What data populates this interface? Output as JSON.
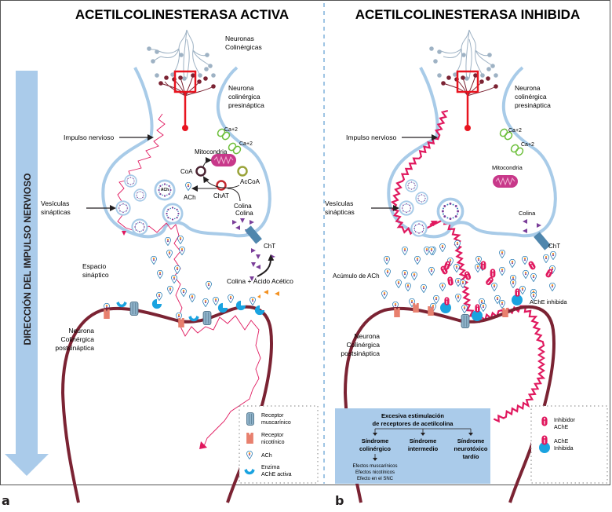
{
  "panels": [
    {
      "letter": "a",
      "title": "ACETILCOLINESTERASA ACTIVA",
      "labels": {
        "neuronas_colinergicas": [
          "Neuronas",
          "Colinérgicas"
        ],
        "neurona_presinaptica": [
          "Neurona",
          "colinérgica",
          "presináptica"
        ],
        "impulso": "Impulso nervioso",
        "vesiculas": [
          "Vesículas",
          "sinápticas"
        ],
        "ca1": "Ca+2",
        "ca2": "Ca+2",
        "mitocondria": "Mitocondria",
        "coa": "CoA",
        "accoa": "AcCoA",
        "chat": "ChAT",
        "ach_vesicle": "ACh",
        "ach": "ACh",
        "colina1": "Colina",
        "colina2": "Colina",
        "cht": "ChT",
        "espacio": [
          "Espacio",
          "sináptico"
        ],
        "colina_acido": "Colina + Ácido Acético",
        "neurona_post": [
          "Neurona",
          "Colinérgica",
          "postsináptica"
        ]
      },
      "legend": [
        {
          "icon": "muscarinic-receptor-icon",
          "label": [
            "Receptor",
            "muscarínico"
          ]
        },
        {
          "icon": "nicotinic-receptor-icon",
          "label": [
            "Receptor",
            "nicotínico"
          ]
        },
        {
          "icon": "ach-icon",
          "label": [
            "ACh"
          ]
        },
        {
          "icon": "ache-active-icon",
          "label": [
            "Enzima",
            "AChE activa"
          ]
        }
      ]
    },
    {
      "letter": "b",
      "title": "ACETILCOLINESTERASA INHIBIDA",
      "labels": {
        "neurona_presinaptica": [
          "Neurona",
          "colinérgica",
          "presináptica"
        ],
        "impulso": "Impulso nervioso",
        "vesiculas": [
          "Vesículas",
          "sinápticas"
        ],
        "ca1": "Ca+2",
        "ca2": "Ca+2",
        "mitocondria": "Mitocondria",
        "colina": "Colina",
        "cht": "ChT",
        "acumulo": "Acúmulo de ACh",
        "ache_inhibida": "AChE inhibida",
        "neurona_post": [
          "Neurona",
          "Colinérgica",
          "postsináptica"
        ]
      },
      "syndrome_box": {
        "header": [
          "Excesiva estimulación",
          "de receptores de acetilcolina"
        ],
        "columns": [
          {
            "title": [
              "Síndrome",
              "colinérgico"
            ],
            "effects": [
              "Efectos muscarínicos",
              "Efectos nicotínicos",
              "Efecto en el SNC"
            ]
          },
          {
            "title": [
              "Síndrome",
              "intermedio"
            ],
            "effects": []
          },
          {
            "title": [
              "Síndrome",
              "neurotóxico",
              "tardío"
            ],
            "effects": []
          }
        ]
      },
      "legend": [
        {
          "icon": "ache-inhibitor-icon",
          "label": [
            "Inhibidor",
            "AChE"
          ]
        },
        {
          "icon": "ache-inhibited-icon",
          "label": [
            "AChE",
            "Inhibida"
          ]
        }
      ]
    }
  ],
  "side_arrow_label": "DIRECCIÓN DEL IMPULSO NERVIOSO",
  "colors": {
    "membrane": "#a8cbe8",
    "post_membrane": "#7b2333",
    "impulse": "#e0185e",
    "ach_outline": "#2f7fb5",
    "ache": "#1aa3e0",
    "choline": "#7a3e99",
    "acetate": "#f39223",
    "mito": "#c8388a",
    "syndrome_bg": "#aacbea"
  }
}
